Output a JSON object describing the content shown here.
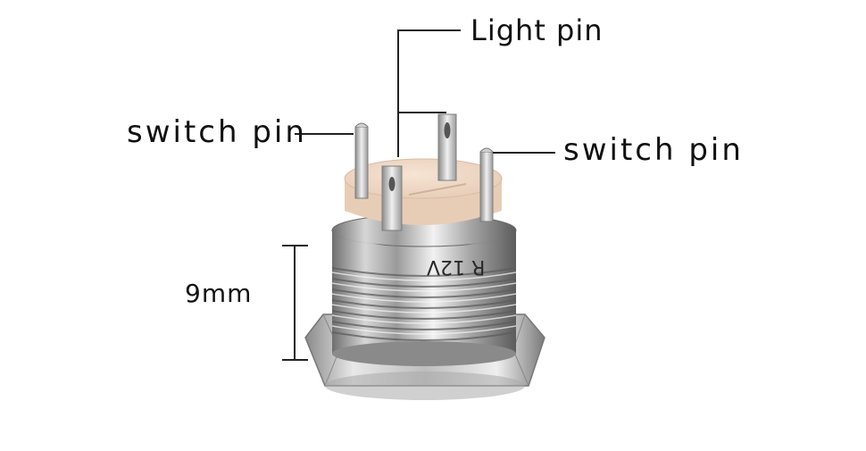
{
  "annotations": {
    "light_pin": "Light pin",
    "switch_pin_left": "switch pin",
    "switch_pin_right": "switch pin",
    "dimension": "9mm"
  },
  "product": {
    "marking": "R 12V"
  }
}
